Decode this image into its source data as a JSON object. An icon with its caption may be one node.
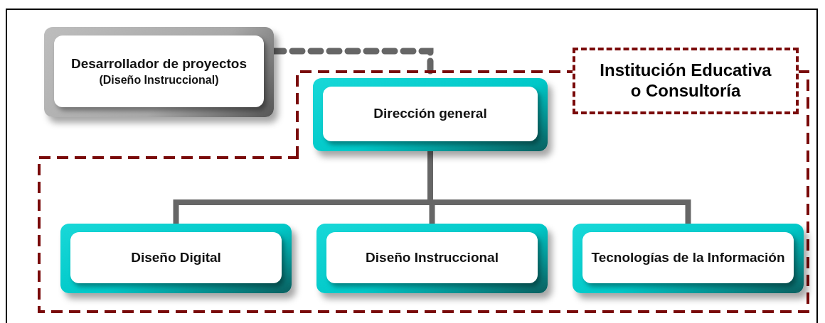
{
  "diagram": {
    "nodes": [
      {
        "text": [
          "Desarrollador de proyectos",
          "(Diseño Instruccional)"
        ]
      },
      {
        "text": [
          "Institución Educativa o Consultoría"
        ]
      },
      {
        "text": [
          "Dirección general"
        ],
        "in": 1
      },
      {
        "text": [
          "Diseño Digital"
        ],
        "in": 1
      },
      {
        "text": [
          "Diseño Instruccional"
        ],
        "in": 1
      },
      {
        "text": [
          "Tecnologías de la Información"
        ],
        "in": 1
      }
    ],
    "edges": [
      {
        "from": 0,
        "to": 2,
        "arrow": "none",
        "style": "dashed"
      },
      {
        "from": 2,
        "to": 3,
        "arrow": "none"
      },
      {
        "from": 2,
        "to": 4,
        "arrow": "none"
      },
      {
        "from": 2,
        "to": 5,
        "arrow": "none"
      }
    ]
  }
}
